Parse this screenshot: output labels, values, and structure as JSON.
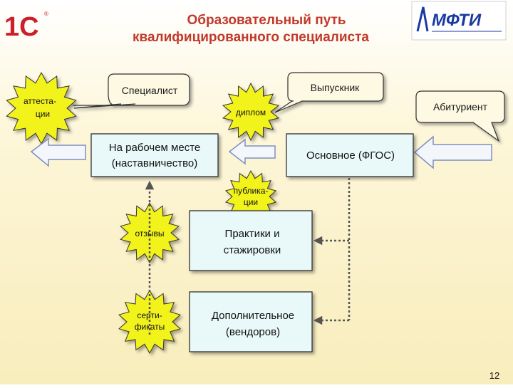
{
  "header": {
    "title_line1": "Образовательный путь",
    "title_line2": "квалифицированного специалиста",
    "logo_left_text": "1С",
    "logo_right_text": "МФТИ"
  },
  "callouts": {
    "specialist": "Специалист",
    "graduate": "Выпускник",
    "applicant": "Абитуриент"
  },
  "bursts": {
    "attestation_l1": "аттеста-",
    "attestation_l2": "ции",
    "diploma": "диплом",
    "publications_l1": "публика-",
    "publications_l2": "ции",
    "reviews": "отзывы",
    "certificates_l1": "серти-",
    "certificates_l2": "фикаты"
  },
  "boxes": {
    "workplace_l1": "На рабочем месте",
    "workplace_l2": "(наставничество)",
    "main_l1": "Основное (ФГОС)",
    "practice_l1": "Практики и",
    "practice_l2": "стажировки",
    "additional_l1": "Дополнительное",
    "additional_l2": "(вендоров)"
  },
  "footer": {
    "page_number": "12"
  },
  "colors": {
    "background": "#fbf3c9",
    "title": "#c0392b",
    "box_fill": "#e9f8f8",
    "callout_fill": "#fdf9e3",
    "burst_fill": "#f3f31c",
    "arrow_fill": "#f3f7fc",
    "arrow_stroke": "#7f8fbf",
    "logo_red": "#cc1f2a",
    "logo_blue": "#1a3aa0"
  }
}
